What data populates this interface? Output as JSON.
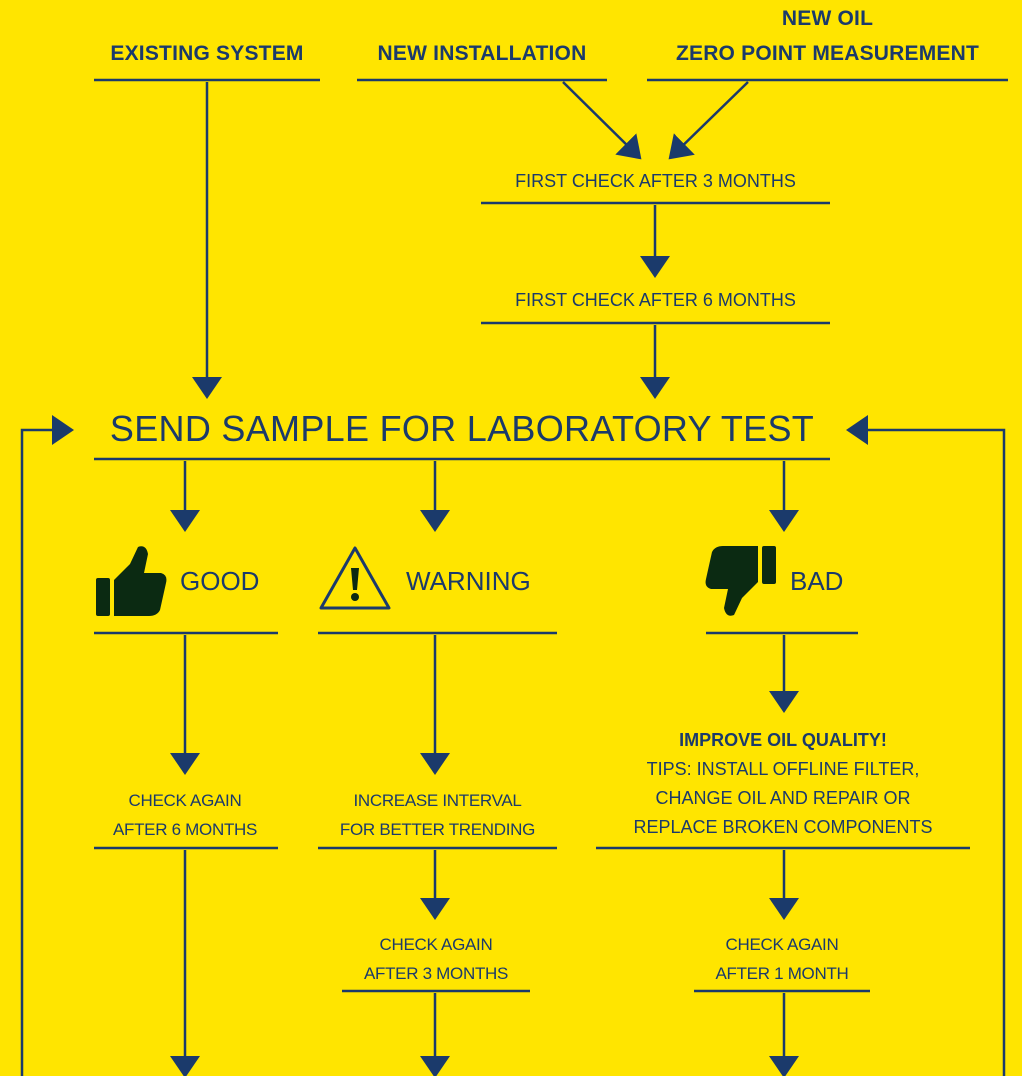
{
  "start": {
    "existing": "EXISTING SYSTEM",
    "new_install": "NEW INSTALLATION",
    "new_oil_line1": "NEW OIL",
    "new_oil_line2": "ZERO POINT MEASUREMENT"
  },
  "checks": {
    "first_3": "FIRST CHECK AFTER 3 MONTHS",
    "first_6": "FIRST CHECK AFTER 6 MONTHS"
  },
  "central": "SEND SAMPLE FOR LABORATORY TEST",
  "good": {
    "icon": "thumbs-up-icon",
    "label": "GOOD",
    "step_line1": "CHECK AGAIN",
    "step_line2": "AFTER 6 MONTHS"
  },
  "warning": {
    "icon": "warning-triangle-icon",
    "label": "WARNING",
    "step1_line1": "INCREASE INTERVAL",
    "step1_line2": "FOR BETTER TRENDING",
    "step2_line1": "CHECK AGAIN",
    "step2_line2": "AFTER 3 MONTHS"
  },
  "bad": {
    "icon": "thumbs-down-icon",
    "label": "BAD",
    "improve_title": "IMPROVE OIL QUALITY!",
    "tips_line1": "TIPS: INSTALL OFFLINE FILTER,",
    "tips_line2": "CHANGE OIL AND REPAIR OR",
    "tips_line3": "REPLACE BROKEN COMPONENTS",
    "step2_line1": "CHECK AGAIN",
    "step2_line2": "AFTER 1 MONTH"
  },
  "colors": {
    "background": "#FFE500",
    "primary": "#1B3A6B",
    "icon_dark": "#0B2A12"
  }
}
